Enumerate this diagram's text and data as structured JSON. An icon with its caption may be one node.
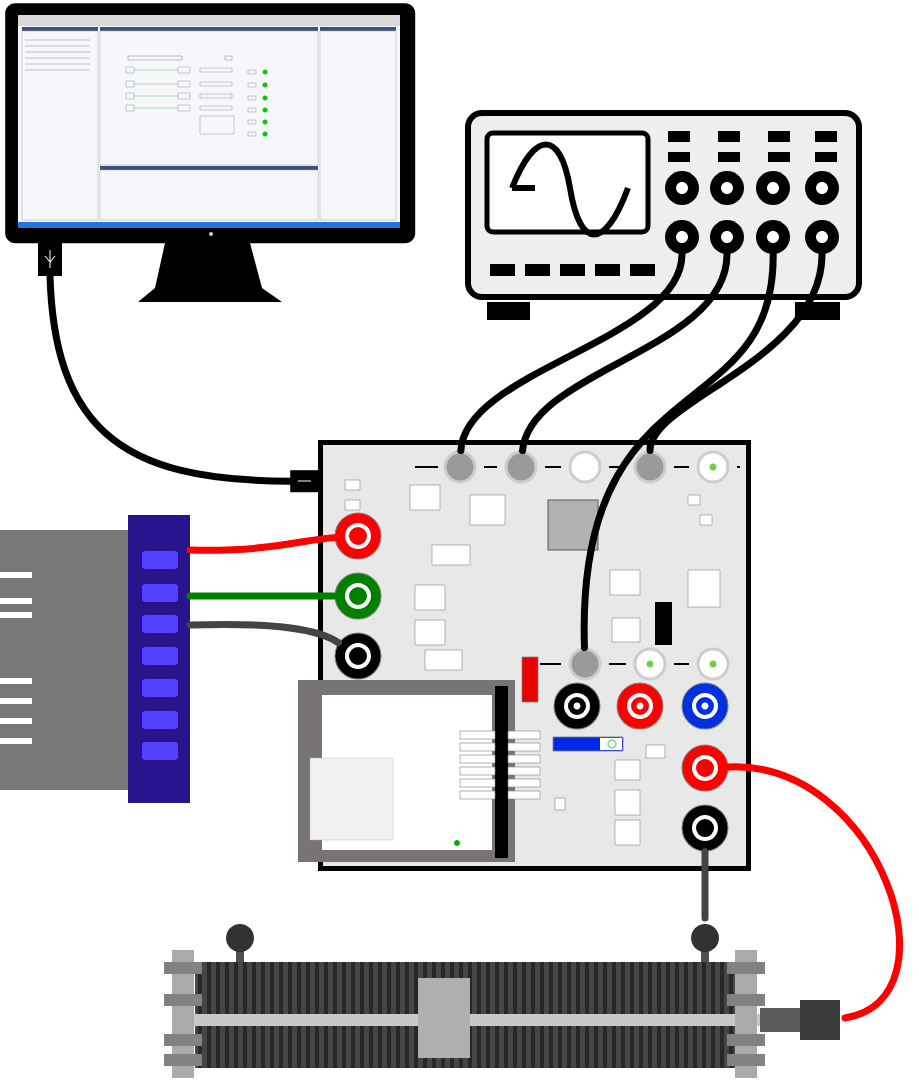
{
  "diagram": {
    "nodes": [
      {
        "text": [],
        "shape": "picture"
      },
      {
        "text": [],
        "shape": "picture"
      },
      {
        "text": [],
        "shape": "circle",
        "in": 1
      },
      {
        "text": [],
        "shape": "circle",
        "in": 1
      },
      {
        "text": [],
        "shape": "circle",
        "in": 1
      },
      {
        "text": [],
        "shape": "circle",
        "in": 1
      },
      {
        "text": [],
        "shape": "picture"
      },
      {
        "text": [],
        "shape": "box"
      },
      {
        "text": [],
        "shape": "circle",
        "in": 6
      },
      {
        "text": [],
        "shape": "circle",
        "in": 6
      },
      {
        "text": [],
        "shape": "circle",
        "in": 6
      },
      {
        "text": [],
        "shape": "circle",
        "in": 6
      },
      {
        "text": [],
        "shape": "circle",
        "in": 6
      },
      {
        "text": [],
        "shape": "circle",
        "in": 6
      },
      {
        "text": [],
        "shape": "circle",
        "in": 6
      },
      {
        "text": [],
        "shape": "circle",
        "in": 6
      },
      {
        "text": [],
        "shape": "circle",
        "in": 6
      },
      {
        "text": [],
        "shape": "circle",
        "in": 6
      },
      {
        "text": [],
        "shape": "circle",
        "in": 6
      },
      {
        "text": [],
        "shape": "circle",
        "in": 6
      },
      {
        "text": [],
        "shape": "circle",
        "in": 6
      },
      {
        "text": [],
        "shape": "circle",
        "in": 6
      },
      {
        "text": [],
        "shape": "circle",
        "in": 6
      },
      {
        "text": [],
        "shape": "circle",
        "in": 6
      },
      {
        "text": [],
        "shape": "picture"
      },
      {
        "text": [],
        "shape": "picture"
      }
    ],
    "edges": [
      {
        "from": 0,
        "to": 7,
        "arrow": "none",
        "color": "#000000"
      },
      {
        "from": 2,
        "to": 8,
        "arrow": "none",
        "color": "#000000"
      },
      {
        "from": 3,
        "to": 9,
        "arrow": "none",
        "color": "#000000"
      },
      {
        "from": 4,
        "to": 13,
        "arrow": "none",
        "color": "#000000"
      },
      {
        "from": 5,
        "to": 11,
        "arrow": "none",
        "color": "#000000"
      },
      {
        "from": 24,
        "to": 16,
        "arrow": "none",
        "color": "#ff0000"
      },
      {
        "from": 24,
        "to": 17,
        "arrow": "none",
        "color": "#008000"
      },
      {
        "from": 24,
        "to": 18,
        "arrow": "none",
        "color": "#444444"
      },
      {
        "from": 22,
        "to": 25,
        "arrow": "none",
        "color": "#ff0000"
      },
      {
        "from": 23,
        "to": 25,
        "arrow": "none",
        "color": "#444444"
      }
    ]
  }
}
